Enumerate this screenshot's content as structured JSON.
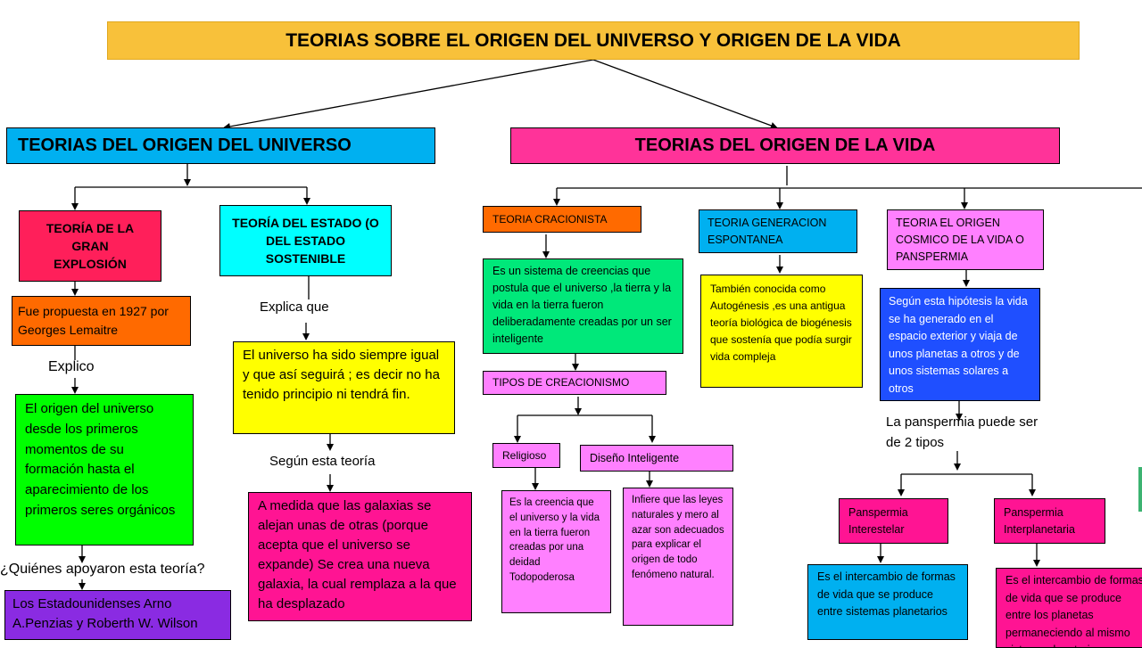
{
  "title": "TEORIAS SOBRE EL ORIGEN DEL UNIVERSO Y ORIGEN DE LA VIDA",
  "universe": {
    "header": "TEORIAS DEL ORIGEN DEL UNIVERSO",
    "big_bang": {
      "title": "TEORÍA DE LA GRAN EXPLOSIÓN",
      "proposed": "Fue propuesta en 1927 por Georges Lemaitre",
      "link_explico": "Explico",
      "explanation": "El origen del universo desde los primeros momentos de su formación hasta el aparecimiento de los primeros seres orgánicos",
      "question": "¿Quiénes apoyaron esta teoría?",
      "supporters": "Los Estadounidenses Arno A.Penzias y Roberth W. Wilson"
    },
    "steady_state": {
      "title": "TEORÍA DEL ESTADO (O DEL ESTADO SOSTENIBLE",
      "link_explica": "Explica que",
      "explanation": "El universo ha sido siempre igual y que  así seguirá ; es decir no ha tenido principio ni tendrá fin.",
      "link_segun": "Según esta teoría",
      "detail": "A medida que las galaxias se alejan unas de otras (porque acepta que el universo se expande) Se crea una nueva galaxia, la cual remplaza a la que ha desplazado"
    }
  },
  "life": {
    "header": "TEORIAS DEL ORIGEN  DE LA VIDA",
    "creationist": {
      "title": "TEORIA CRACIONISTA",
      "description": "Es un sistema de creencias  que postula que el universo ,la tierra y la vida en la tierra fueron deliberadamente creadas por un ser inteligente",
      "types_label": "TIPOS DE CREACIONISMO",
      "religious": "Religioso",
      "religious_desc": "Es la creencia que el universo y la vida en la tierra fueron creadas por una deidad Todopoderosa",
      "intelligent_design": "Diseño Inteligente",
      "intelligent_design_desc": "Infiere que las leyes naturales y mero al azar son adecuados para explicar el origen de todo fenómeno natural."
    },
    "spontaneous": {
      "title": "TEORIA GENERACION ESPONTANEA",
      "description": "También conocida como Autogénesis ,es una antigua teoría biológica de biogénesis que sostenía que podía surgir vida  compleja"
    },
    "panspermia": {
      "title": "TEORIA EL ORIGEN COSMICO DE LA VIDA O PANSPERMIA",
      "description": "Según esta hipótesis  la vida se ha generado en el espacio exterior  y viaja de unos planetas a otros  y de unos sistemas solares a otros",
      "types_label": "La panspermia puede ser de 2 tipos",
      "interstellar": "Panspermia Interestelar",
      "interstellar_desc": "Es el intercambio de formas de vida que se produce entre sistemas planetarios",
      "interplanetary": "Panspermia Interplanetaria",
      "interplanetary_desc": "Es el intercambio de formas de vida que se produce entre los planetas permaneciendo al mismo sistema planetario"
    }
  },
  "colors": {
    "title_bg": "#F8C13A",
    "universe_header": "#00B0F0",
    "life_header": "#FF3399",
    "red_pink": "#FF1F5A",
    "cyan": "#00FFFF",
    "orange": "#FF6A00",
    "green": "#00FF00",
    "yellow": "#FFFF00",
    "magenta": "#FF1493",
    "purple": "#8A2BE2",
    "sea_green": "#00E87A",
    "violet": "#FF80FF",
    "blue": "#1F4FFF",
    "sky": "#00B0F0"
  }
}
